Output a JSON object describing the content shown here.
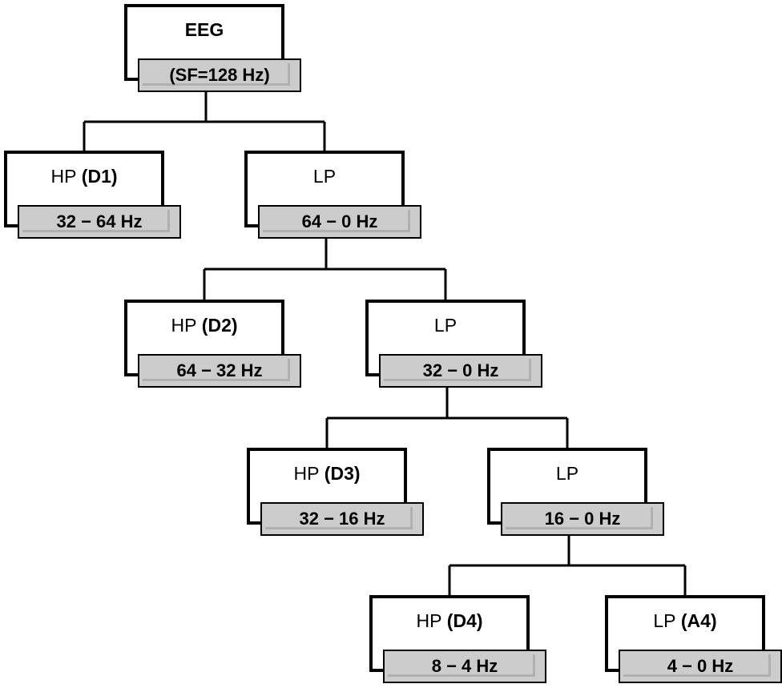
{
  "colors": {
    "border": "#000000",
    "label_fill": "#cccccc",
    "label_inner_line": "#b0b0b0",
    "connector": "#000000"
  },
  "nodes": [
    {
      "id": "eeg",
      "title": "EEG",
      "tag": "",
      "band": "(SF=128 Hz)"
    },
    {
      "id": "d1",
      "title": "HP",
      "tag": "(D1)",
      "band": "32 − 64 Hz"
    },
    {
      "id": "lp1",
      "title": "LP",
      "tag": "",
      "band": "64 − 0 Hz"
    },
    {
      "id": "d2",
      "title": "HP",
      "tag": "(D2)",
      "band": "64 − 32 Hz"
    },
    {
      "id": "lp2",
      "title": "LP",
      "tag": "",
      "band": "32 − 0 Hz"
    },
    {
      "id": "d3",
      "title": "HP",
      "tag": "(D3)",
      "band": "32 − 16 Hz"
    },
    {
      "id": "lp3",
      "title": "LP",
      "tag": "",
      "band": "16 − 0 Hz"
    },
    {
      "id": "d4",
      "title": "HP",
      "tag": "(D4)",
      "band": "8 − 4 Hz"
    },
    {
      "id": "a4",
      "title": "LP",
      "tag": "(A4)",
      "band": "4 − 0 Hz"
    }
  ],
  "edges": [
    [
      "eeg",
      "d1"
    ],
    [
      "eeg",
      "lp1"
    ],
    [
      "lp1",
      "d2"
    ],
    [
      "lp1",
      "lp2"
    ],
    [
      "lp2",
      "d3"
    ],
    [
      "lp2",
      "lp3"
    ],
    [
      "lp3",
      "d4"
    ],
    [
      "lp3",
      "a4"
    ]
  ]
}
